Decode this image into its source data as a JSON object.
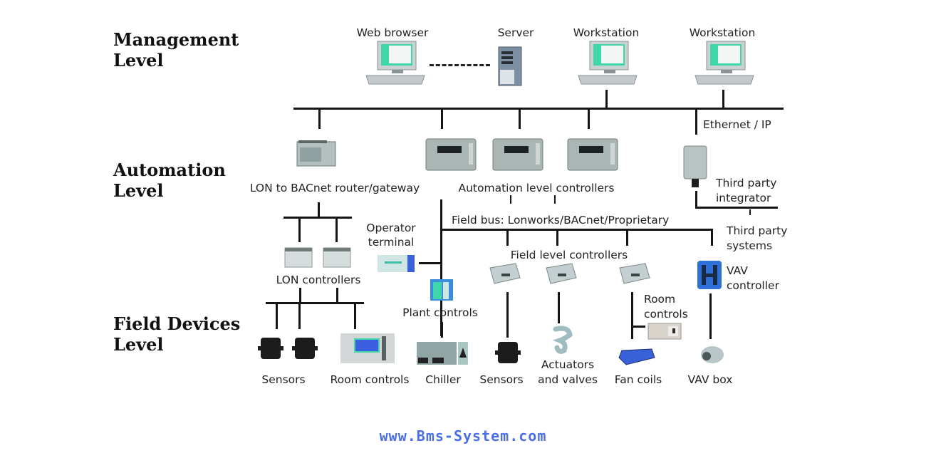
{
  "levels": {
    "management": "Management\nLevel",
    "automation": "Automation\nLevel",
    "field": "Field Devices\nLevel"
  },
  "management": {
    "web_browser": "Web browser",
    "server": "Server",
    "workstation_1": "Workstation",
    "workstation_2": "Workstation",
    "network": "Ethernet / IP"
  },
  "automation": {
    "router": "LON to BACnet router/gateway",
    "controllers": "Automation level controllers",
    "integrator": "Third party\nintegrator",
    "field_bus": "Field bus: Lonworks/BACnet/Proprietary",
    "third_party_systems": "Third party\nsystems"
  },
  "field": {
    "operator_terminal": "Operator\nterminal",
    "lon_controllers": "LON controllers",
    "plant_controls": "Plant controls",
    "field_level_controllers": "Field level controllers",
    "room_controls_right": "Room\ncontrols",
    "vav_controller": "VAV\ncontroller",
    "sensors_left": "Sensors",
    "room_controls_left": "Room controls",
    "chiller": "Chiller",
    "sensors_mid": "Sensors",
    "actuators": "Actuators\nand valves",
    "fan_coils": "Fan coils",
    "vav_box": "VAV box"
  },
  "footer": {
    "url": "www.Bms-System.com",
    "url_color": "#4a6ee8"
  },
  "colors": {
    "screen": "#3fd6a8",
    "device_gray": "#a9b6b4",
    "device_blue": "#2f6fd8",
    "sensor_black": "#1c1c1c"
  }
}
